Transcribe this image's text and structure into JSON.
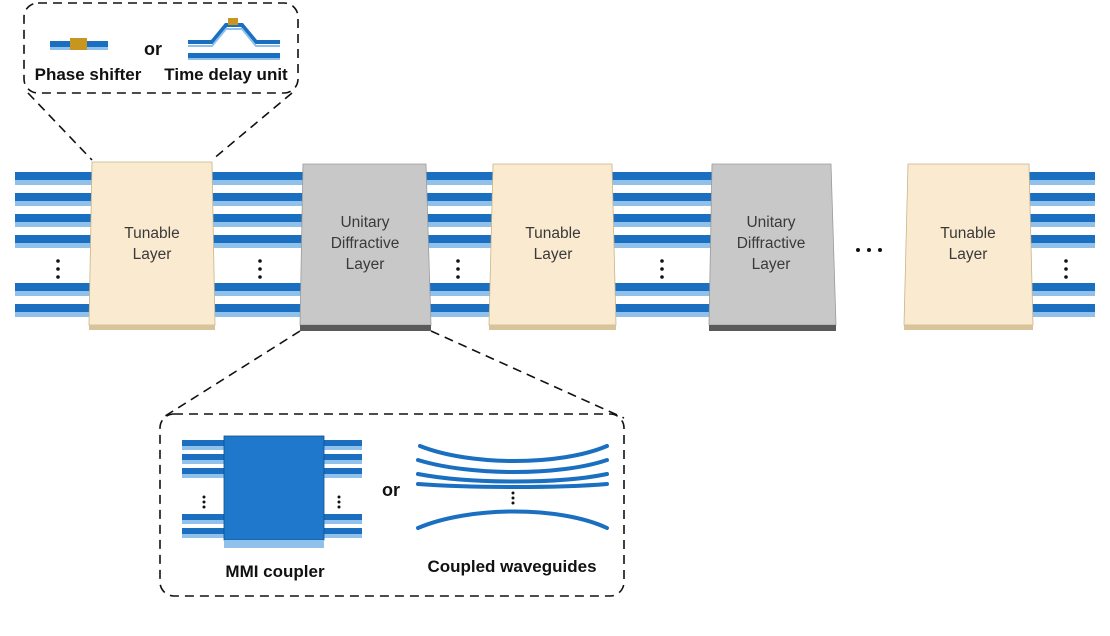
{
  "legend": {
    "phase_shifter": "Phase shifter",
    "time_delay_unit": "Time delay unit",
    "or": "or"
  },
  "layers": [
    {
      "type": "tunable",
      "line1": "Tunable",
      "line2": "Layer",
      "line3": ""
    },
    {
      "type": "unitary",
      "line1": "Unitary",
      "line2": "Diffractive",
      "line3": "Layer"
    },
    {
      "type": "tunable",
      "line1": "Tunable",
      "line2": "Layer",
      "line3": ""
    },
    {
      "type": "unitary",
      "line1": "Unitary",
      "line2": "Diffractive",
      "line3": "Layer"
    },
    {
      "type": "tunable",
      "line1": "Tunable",
      "line2": "Layer",
      "line3": ""
    }
  ],
  "detail": {
    "mmi_coupler": "MMI coupler",
    "or": "or",
    "coupled_waveguides": "Coupled waveguides"
  },
  "colors": {
    "waveguide_dark": "#1a6fc0",
    "waveguide_light": "#8fc1eb",
    "tunable_fill": "#f9ead0",
    "tunable_base": "#d8c39a",
    "unitary_fill": "#c8c8c8",
    "unitary_base": "#5a5a5a",
    "phase_shifter": "#c8961e",
    "mmi_fill": "#1f78cc",
    "coupled_waveguide": "#1a6fc0"
  }
}
